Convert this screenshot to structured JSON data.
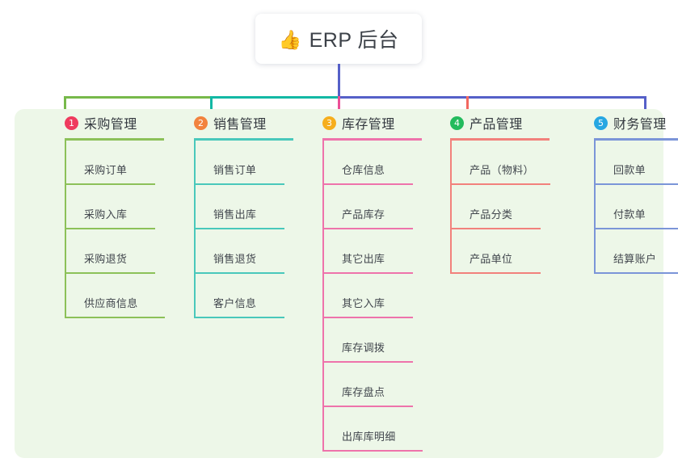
{
  "root": {
    "icon": "thumbs-up-emoji",
    "icon_glyph": "👍",
    "label": "ERP 后台"
  },
  "palette": {
    "page_background": "#ffffff",
    "board_background": "#edf7e8",
    "root_stem": "#5560c8",
    "bus_left": "#77b94a",
    "bus_mid": "#12b8a4",
    "bus_right": "#5560c8",
    "text": "#33383f"
  },
  "diagram": {
    "type": "tree",
    "title": "ERP 后台",
    "columns": [
      {
        "index": "1",
        "badge_color": "#ef3b5e",
        "line_color": "#8cc159",
        "title": "采购管理",
        "items": [
          {
            "label": "采购订单"
          },
          {
            "label": "采购入库"
          },
          {
            "label": "采购退货"
          },
          {
            "label": "供应商信息"
          }
        ]
      },
      {
        "index": "2",
        "badge_color": "#f2833e",
        "line_color": "#49c8bb",
        "title": "销售管理",
        "items": [
          {
            "label": "销售订单"
          },
          {
            "label": "销售出库"
          },
          {
            "label": "销售退货"
          },
          {
            "label": "客户信息"
          }
        ]
      },
      {
        "index": "3",
        "badge_color": "#f6ae1c",
        "line_color": "#ee73ab",
        "title": "库存管理",
        "items": [
          {
            "label": "仓库信息"
          },
          {
            "label": "产品库存"
          },
          {
            "label": "其它出库"
          },
          {
            "label": "其它入库"
          },
          {
            "label": "库存调拨"
          },
          {
            "label": "库存盘点"
          },
          {
            "label": "出库库明细"
          }
        ]
      },
      {
        "index": "4",
        "badge_color": "#23bb5d",
        "line_color": "#f2817c",
        "title": "产品管理",
        "items": [
          {
            "label": "产品（物料）"
          },
          {
            "label": "产品分类"
          },
          {
            "label": "产品单位"
          }
        ]
      },
      {
        "index": "5",
        "badge_color": "#27a7e2",
        "line_color": "#7b95d8",
        "title": "财务管理",
        "items": [
          {
            "label": "回款单"
          },
          {
            "label": "付款单"
          },
          {
            "label": "结算账户"
          }
        ]
      }
    ]
  }
}
